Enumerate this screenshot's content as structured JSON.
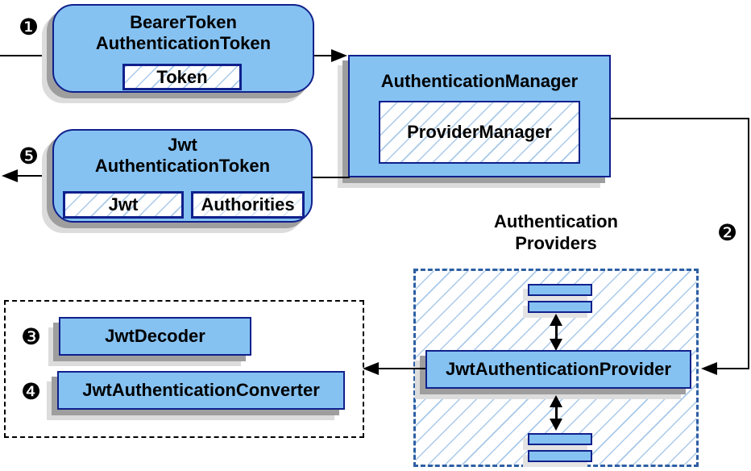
{
  "colors": {
    "node_fill": "#85C2F2",
    "node_border": "#10208C",
    "hatch_line": "#A9C9EA",
    "providers_dashed_border": "#2E5FA3",
    "group_dashed_border": "#000000",
    "arrow": "#000000",
    "shadow_dark": "#9E9E9E",
    "shadow_light": "#DCDCDC"
  },
  "steps": {
    "step1": "❶",
    "step2": "❷",
    "step3": "❸",
    "step4": "❹",
    "step5": "❺"
  },
  "nodes": {
    "bearer_token_authentication_token": {
      "title": "BearerToken\nAuthenticationToken",
      "token_chip": "Token"
    },
    "authentication_manager": {
      "title": "AuthenticationManager",
      "provider_manager_chip": "ProviderManager"
    },
    "jwt_authentication_token": {
      "title": "Jwt\nAuthenticationToken",
      "jwt_chip": "Jwt",
      "authorities_chip": "Authorities"
    },
    "authentication_providers": {
      "group_title": "Authentication\nProviders",
      "jwt_authentication_provider": "JwtAuthenticationProvider"
    },
    "decoder_group": {
      "jwt_decoder": "JwtDecoder",
      "jwt_authentication_converter": "JwtAuthenticationConverter"
    }
  }
}
